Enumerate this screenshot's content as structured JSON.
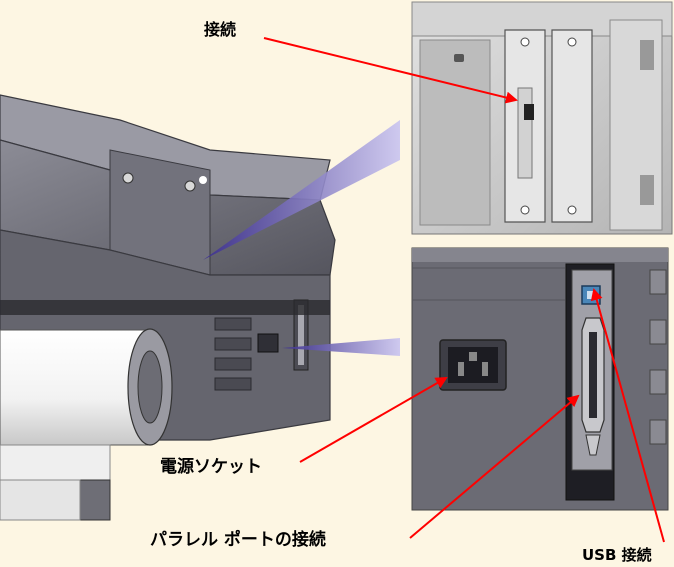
{
  "labels": {
    "connection": "接続",
    "power_socket": "電源ソケット",
    "parallel_port": "パラレル ポートの接続",
    "usb_connection": "USB 接続"
  },
  "colors": {
    "background": "#fdf6e3",
    "arrow": "#ff0000",
    "printer_body": "#6e6e78",
    "panel": "#c8c8c8",
    "pointer_wedge": "#7b72c4"
  }
}
